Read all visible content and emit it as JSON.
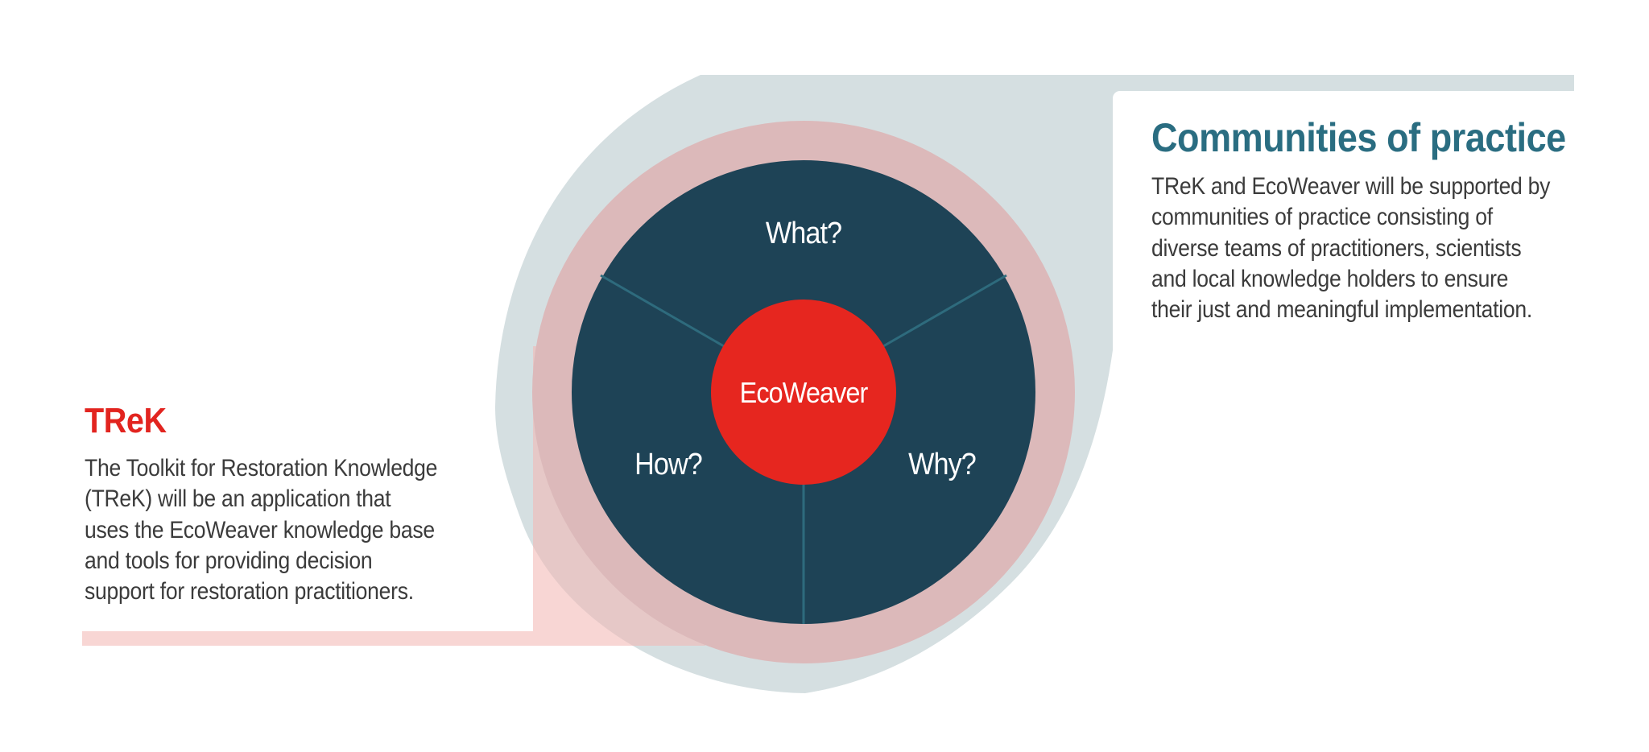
{
  "diagram": {
    "center_label": "EcoWeaver",
    "segment_top_label": "What?",
    "segment_left_label": "How?",
    "segment_right_label": "Why?"
  },
  "left_panel": {
    "title": "TReK",
    "lines": [
      "The Toolkit for Restoration Knowledge",
      "(TReK) will be an application that",
      "uses the EcoWeaver knowledge base",
      "and tools for providing decision",
      "support for restoration practitioners."
    ]
  },
  "right_panel": {
    "title": "Communities of practice",
    "lines": [
      "TReK and EcoWeaver will be supported by",
      "communities of practice consisting of",
      "diverse teams of practitioners, scientists",
      "and local knowledge holders to ensure",
      "their just and meaningful implementation."
    ]
  },
  "colors": {
    "light_gray": "#d5dfe1",
    "rose": "#dcb9ba",
    "dark_teal": "#1e4356",
    "red": "#e6261f",
    "pale_pink": "rgba(243,183,180,0.57)",
    "divider": "#2e6b7d",
    "heading_teal": "#2a6d81",
    "heading_red": "#e2241f",
    "body_text": "#3b3b3b",
    "white": "#ffffff"
  }
}
